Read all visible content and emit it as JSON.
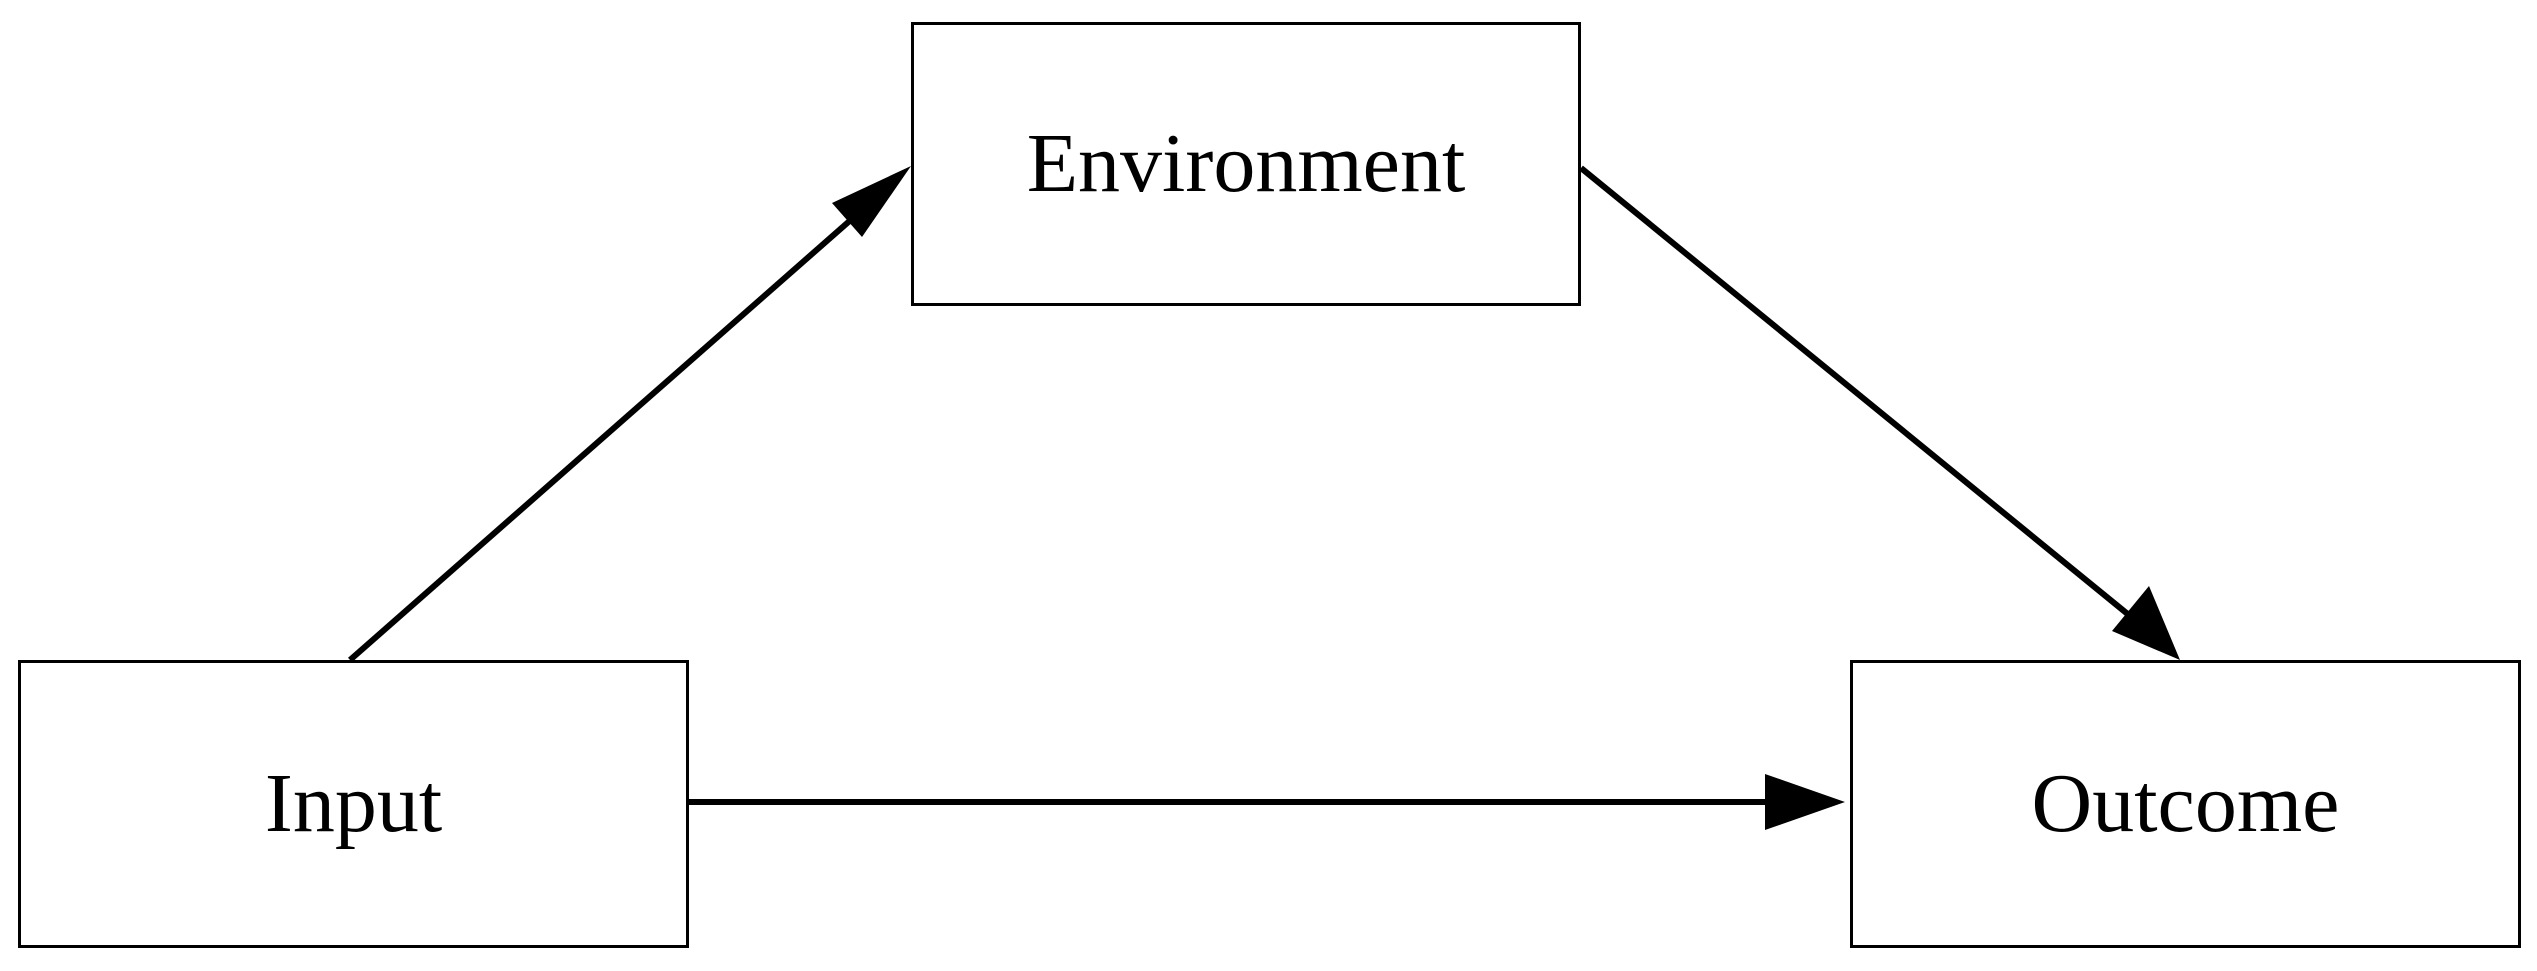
{
  "nodes": {
    "environment": {
      "label": "Environment"
    },
    "input": {
      "label": "Input"
    },
    "outcome": {
      "label": "Outcome"
    }
  },
  "edges": [
    {
      "from": "Input",
      "to": "Environment"
    },
    {
      "from": "Environment",
      "to": "Outcome"
    },
    {
      "from": "Input",
      "to": "Outcome"
    }
  ],
  "colors": {
    "stroke": "#000000",
    "background": "#ffffff"
  }
}
